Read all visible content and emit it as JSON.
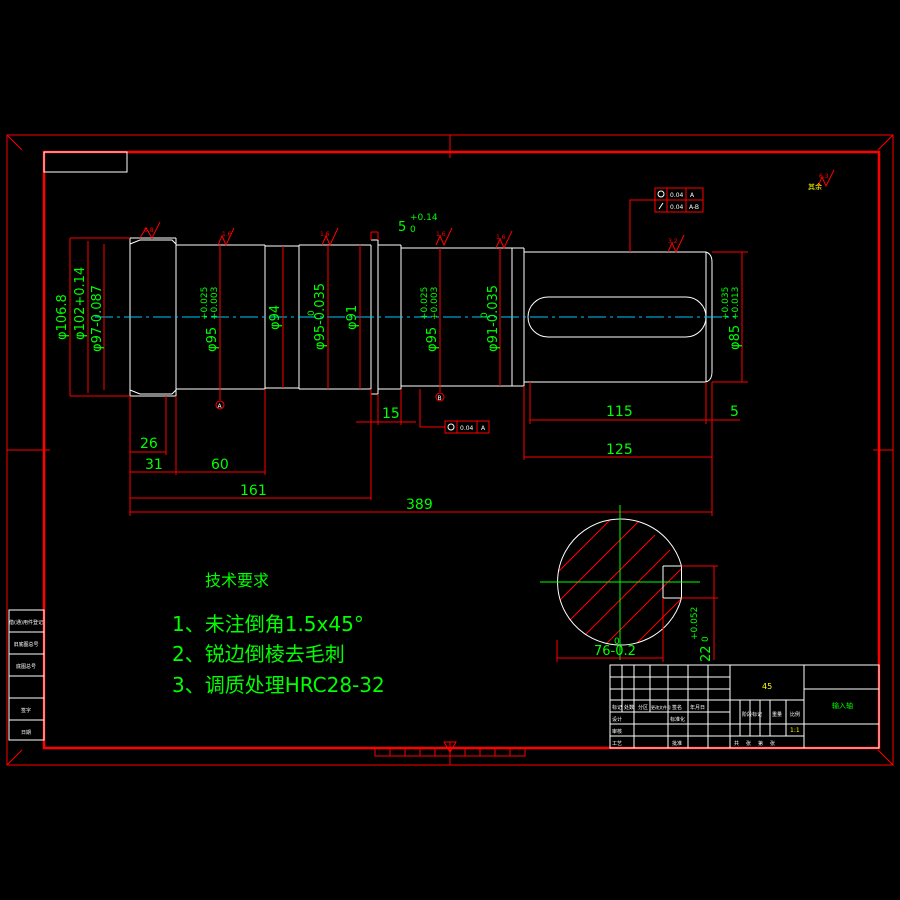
{
  "dimensions": {
    "d_106": "φ106.8",
    "d_102": "φ102+0.14",
    "d_97": "φ97-0.087",
    "d_95a": "φ95",
    "d_95a_tol_up": "+0.025",
    "d_95a_tol_lo": "+0.003",
    "d_94": "φ94",
    "d_95b": "φ95-0.035",
    "d_95b_tol_up": "0",
    "d_91": "φ91",
    "d_95c": "φ95",
    "d_95c_tol_up": "+0.025",
    "d_95c_tol_lo": "+0.003",
    "d_91b": "φ91-0.035",
    "d_91b_tol_up": "0",
    "d_85": "φ85",
    "d_85_tol_up": "+0.035",
    "d_85_tol_lo": "+0.013",
    "groove": "5",
    "groove_tol_up": "+0.14",
    "groove_tol_lo": "0",
    "l_15": "15",
    "l_115": "115",
    "l_5": "5",
    "l_125": "125",
    "l_26": "26",
    "l_31": "31",
    "l_60": "60",
    "l_161": "161",
    "l_389": "389",
    "key_depth": "76-0.2",
    "key_depth_tol": "0",
    "key_width": "22",
    "key_width_tol_up": "+0.052",
    "key_width_tol_lo": "0"
  },
  "datums": {
    "a": "A",
    "b": "B"
  },
  "tolerance_frames": {
    "top_row1_val": "0.04",
    "top_row1_ref": "A",
    "top_row2_val": "0.04",
    "top_row2_ref": "A-B",
    "bottom_val": "0.04",
    "bottom_ref": "A"
  },
  "roughness": {
    "r1": "0.8",
    "r2": "1.6",
    "r3": "1.6",
    "r4": "1.6",
    "r5": "1.6",
    "r6": "3.2",
    "r7": "6.3",
    "other_label": "其余"
  },
  "notes": {
    "title": "技术要求",
    "items": [
      "1、未注倒角1.5x45°",
      "2、锐边倒棱去毛刺",
      "3、调质处理HRC28-32"
    ]
  },
  "title_block": {
    "material": "45",
    "part_name": "输入轴",
    "scale_value": "1:1",
    "cells": [
      "标记",
      "处数",
      "分区",
      "更改文件号",
      "签名",
      "年月日",
      "设计",
      "标准化",
      "阶段标记",
      "重量",
      "比例",
      "审核",
      "工艺",
      "批准",
      "共",
      "张",
      "第",
      "张"
    ]
  },
  "side_labels": [
    "借(通)用件登记",
    "旧底图总号",
    "底图总号",
    "签字",
    "日期"
  ]
}
